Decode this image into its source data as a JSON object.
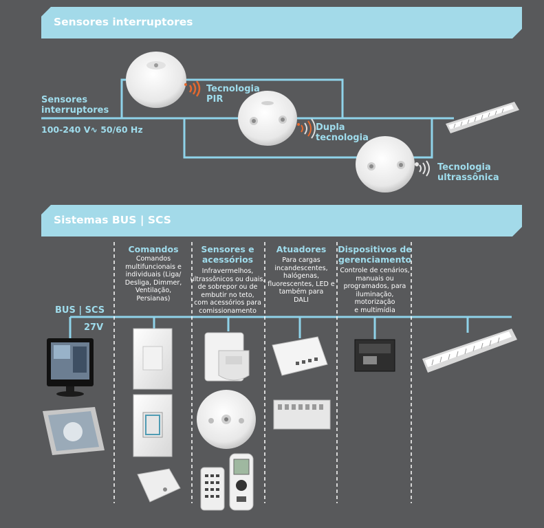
{
  "section1": {
    "title": "Sensores interruptores",
    "input_label_line1": "Sensores",
    "input_label_line2": "interruptores",
    "voltage": "100-240 V∿ 50/60 Hz",
    "tech_pir_line1": "Tecnologia",
    "tech_pir_line2": "PIR",
    "tech_dual_line1": "Dupla",
    "tech_dual_line2": "tecnologia",
    "tech_ultra_line1": "Tecnologia",
    "tech_ultra_line2": "ultrassônica"
  },
  "section2": {
    "title": "Sistemas BUS | SCS",
    "bus_label": "BUS | SCS",
    "bus_voltage": "27V",
    "columns": [
      {
        "title_lines": [
          "Comandos"
        ],
        "desc_lines": [
          "Comandos",
          "multifuncionais e",
          "individuais (Liga/",
          "Desliga, Dimmer,",
          "Ventilação,",
          "Persianas)"
        ]
      },
      {
        "title_lines": [
          "Sensores e",
          "acessórios"
        ],
        "desc_lines": [
          "Infravermelhos,",
          "ultrassônicos ou duais,",
          "de sobrepor ou de",
          "embutir no teto,",
          "com acessórios para",
          "comissionamento"
        ]
      },
      {
        "title_lines": [
          "Atuadores"
        ],
        "desc_lines": [
          "Para cargas",
          "incandescentes,",
          "halógenas,",
          "fluorescentes, LED e",
          "também para",
          "DALI"
        ]
      },
      {
        "title_lines": [
          "Dispositivos de",
          "gerenciamento"
        ],
        "desc_lines": [
          "Controle de cenários,",
          "manuais ou",
          "programados, para",
          "iluminação, motorização",
          "e multimídia"
        ]
      }
    ]
  },
  "colors": {
    "background": "#58595b",
    "accent": "#a3dae9",
    "line": "#8fd3ea",
    "label": "#9fdcec"
  }
}
